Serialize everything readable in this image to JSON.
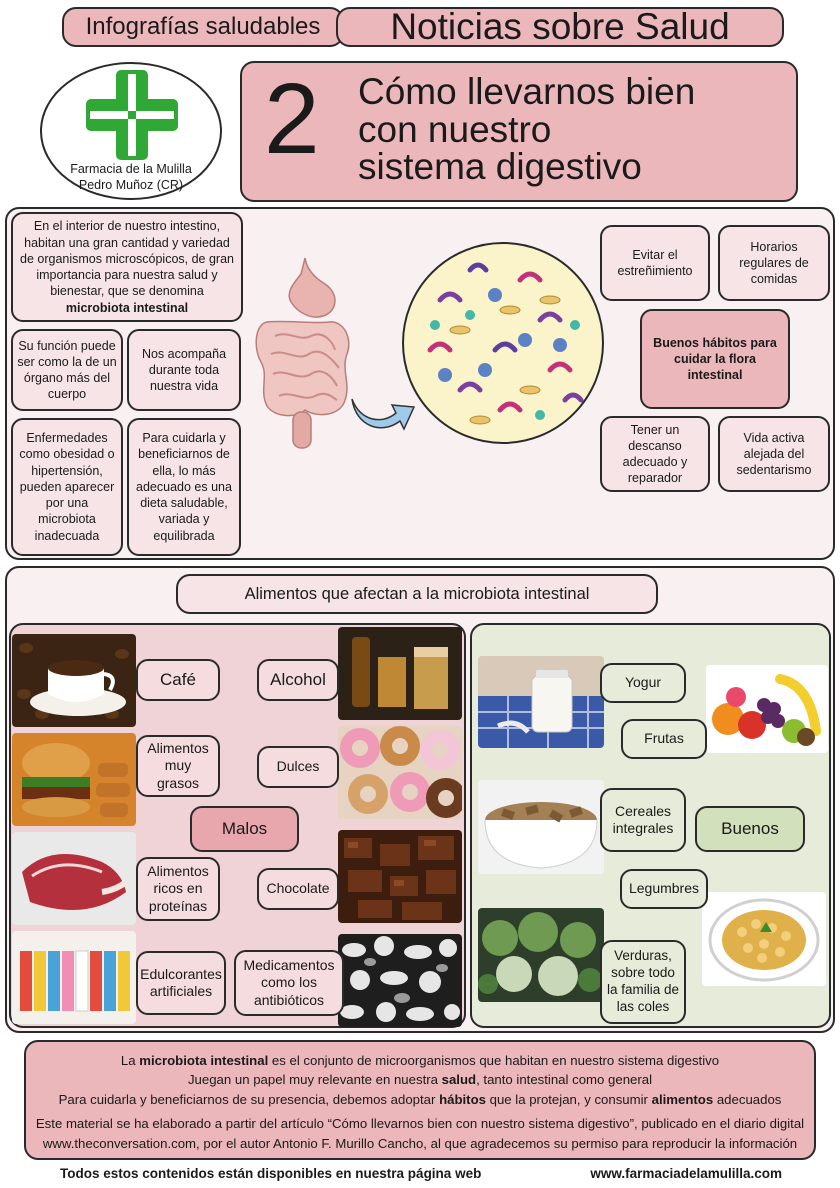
{
  "header": {
    "left_label": "Infografías saludables",
    "right_label": "Noticias sobre Salud"
  },
  "logo": {
    "line1": "Farmacia de la Mulilla",
    "line2": "Pedro Muñoz (CR)",
    "cross_color": "#2fa836"
  },
  "title": {
    "number": "2",
    "line1": "Cómo llevarnos bien",
    "line2": "con nuestro",
    "line3": "sistema digestivo"
  },
  "info": {
    "intro_text": "En el interior de nuestro intestino, habitan una gran cantidad y variedad de organismos microscópicos, de gran importancia para nuestra salud y bienestar, que se denomina",
    "intro_bold": "microbiota intestinal",
    "box_function": "Su función puede ser como la de un órgano más del cuerpo",
    "box_life": "Nos acompaña durante toda nuestra vida",
    "box_disease": "Enfermedades como obesidad o hipertensión, pueden aparecer por una microbiota inadecuada",
    "box_care": "Para cuidarla y beneficiarnos de ella, lo más adecuado es una dieta saludable, variada y equilibrada"
  },
  "habits": {
    "center": "Buenos hábitos para cuidar la flora intestinal",
    "constipation": "Evitar el estreñimiento",
    "schedule": "Horarios regulares de comidas",
    "rest": "Tener un descanso adecuado y reparador",
    "active": "Vida activa alejada del sedentarismo"
  },
  "foods": {
    "title": "Alimentos que afectan a la microbiota intestinal",
    "bad_label": "Malos",
    "good_label": "Buenos",
    "bad": {
      "coffee": "Café",
      "alcohol": "Alcohol",
      "fatty": "Alimentos muy grasos",
      "sweets": "Dulces",
      "protein": "Alimentos ricos en proteínas",
      "chocolate": "Chocolate",
      "sweeteners": "Edulcorantes artificiales",
      "medicines": "Medicamentos como los antibióticos"
    },
    "good": {
      "yogurt": "Yogur",
      "fruits": "Frutas",
      "cereals": "Cereales integrales",
      "legumes": "Legumbres",
      "vegetables": "Verduras, sobre todo la familia de las coles"
    }
  },
  "summary": {
    "l1_a": "La ",
    "l1_b": "microbiota intestinal",
    "l1_c": " es el conjunto de microorganismos que habitan en nuestro sistema digestivo",
    "l2_a": "Juegan un papel muy relevante en nuestra ",
    "l2_b": "salud",
    "l2_c": ", tanto intestinal como general",
    "l3_a": "Para cuidarla y beneficiarnos de su presencia, debemos adoptar ",
    "l3_b": "hábitos",
    "l3_c": " que la protejan, y consumir ",
    "l3_d": "alimentos",
    "l3_e": " adecuados",
    "source1": "Este material se ha elaborado a partir del artículo “Cómo llevarnos bien con nuestro sistema digestivo”, publicado en el diario digital",
    "source2": "www.theconversation.com, por el autor Antonio F. Murillo Cancho, al que agradecemos su permiso para reproducir la información"
  },
  "footer": {
    "left": "Todos estos contenidos están disponibles en nuestra página web",
    "right": "www.farmaciadelamulilla.com"
  },
  "colors": {
    "pink": "#ebb7bb",
    "light_pink": "#f7e4e6",
    "bad_panel": "#efd3d6",
    "good_panel": "#e6ecd9"
  }
}
